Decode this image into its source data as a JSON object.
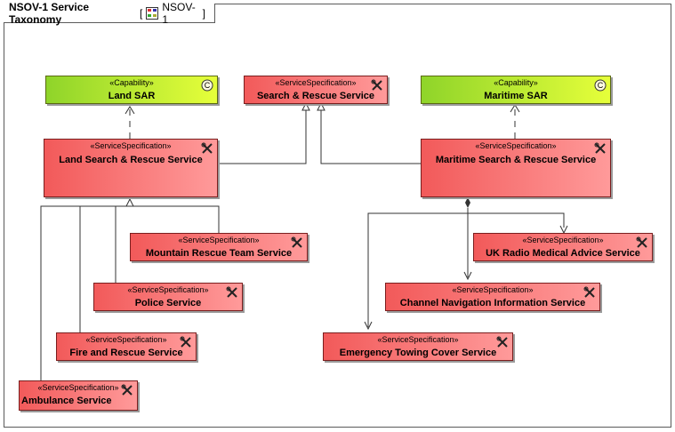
{
  "diagram": {
    "title": "NSOV-1 Service Taxonomy",
    "tag_open": "[",
    "tag_label": "NSOV-1",
    "tag_close": "]"
  },
  "stereotypes": {
    "capability": "«Capability»",
    "service": "«ServiceSpecification»"
  },
  "capability_badge": "C",
  "nodes": {
    "land_sar": "Land SAR",
    "search_rescue": "Search & Rescue Service",
    "maritime_sar": "Maritime SAR",
    "land_search_rescue": "Land Search & Rescue Service",
    "maritime_search_rescue": "Maritime Search & Rescue Service",
    "mountain_rescue": "Mountain Rescue Team Service",
    "police": "Police Service",
    "fire_rescue": "Fire and Rescue Service",
    "ambulance": "Ambulance Service",
    "uk_radio": "UK Radio Medical Advice Service",
    "channel_nav": "Channel Navigation Information Service",
    "emergency_towing": "Emergency Towing Cover Service"
  },
  "colors": {
    "service_fill_start": "#f25a5a",
    "service_fill_end": "#ff9a9a",
    "capability_fill_start": "#8fd42a",
    "capability_fill_end": "#e6ff3a"
  },
  "icons": {
    "capability": "capability-circle-icon",
    "service": "wrench-screwdriver-icon",
    "diagram_tag": "diagram-icon"
  }
}
